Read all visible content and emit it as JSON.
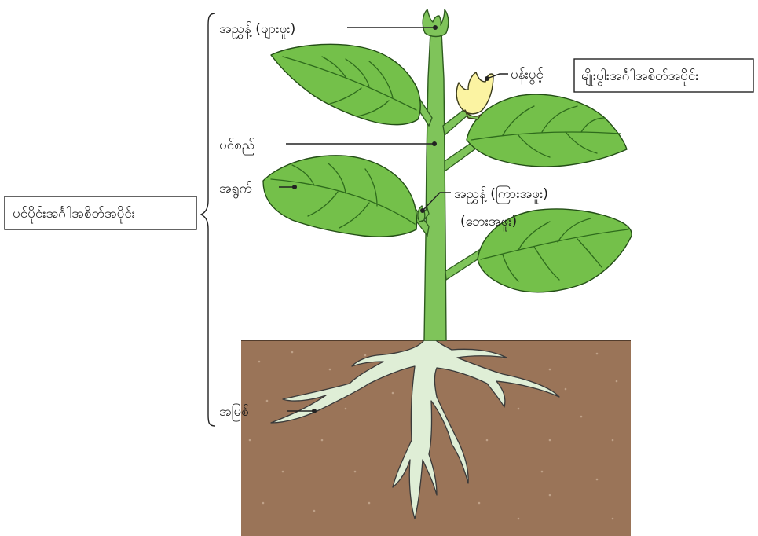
{
  "diagram": {
    "labels": {
      "bud_top": "အညွှန့် (ဖျားဖူး)",
      "flower": "ပန်းပွင့်",
      "stem": "ပင်စည်",
      "leaf": "အရွက်",
      "bud_side_line1": "အညွှန့် (ကြားအဖူး)",
      "bud_side_line2": "(ဘေးအဖူး)",
      "root": "အမြစ်"
    },
    "groups": {
      "vegetative": "ပင်ပိုင်းအင်္ဂါအစိတ်အပိုင်း",
      "reproductive": "မျိုးပွါးအင်္ဂါအစိတ်အပိုင်း"
    },
    "colors": {
      "leaf_fill": "#74c04a",
      "stem_fill": "#7fc45a",
      "vein": "#2e6b1c",
      "flower_fill": "#fbf3a2",
      "soil": "#9a7458",
      "root_fill": "#dfeed6"
    }
  }
}
